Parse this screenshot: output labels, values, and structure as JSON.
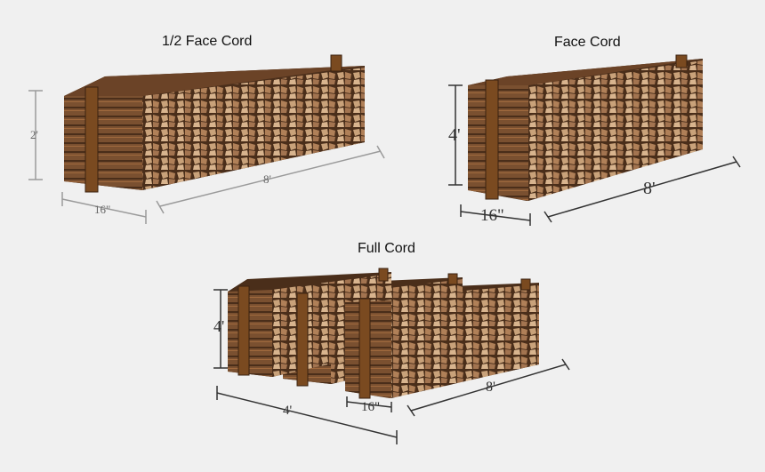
{
  "titles": {
    "half": "1/2 Face Cord",
    "face": "Face Cord",
    "full": "Full Cord"
  },
  "dimensions": {
    "half_height": "2'",
    "half_length": "8'",
    "half_depth": "16\"",
    "face_height": "4'",
    "face_length": "8'",
    "face_depth": "16\"",
    "full_height": "4'",
    "full_length": "8'",
    "full_depth": "16\"",
    "full_width": "4'"
  },
  "colors": {
    "background": "#f0f0f0",
    "wood_dark": "#5a3a22",
    "wood_mid": "#8a5a34",
    "wood_light": "#c9a27a",
    "post": "#7a4a20",
    "dim_line": "#9a9a9a"
  }
}
